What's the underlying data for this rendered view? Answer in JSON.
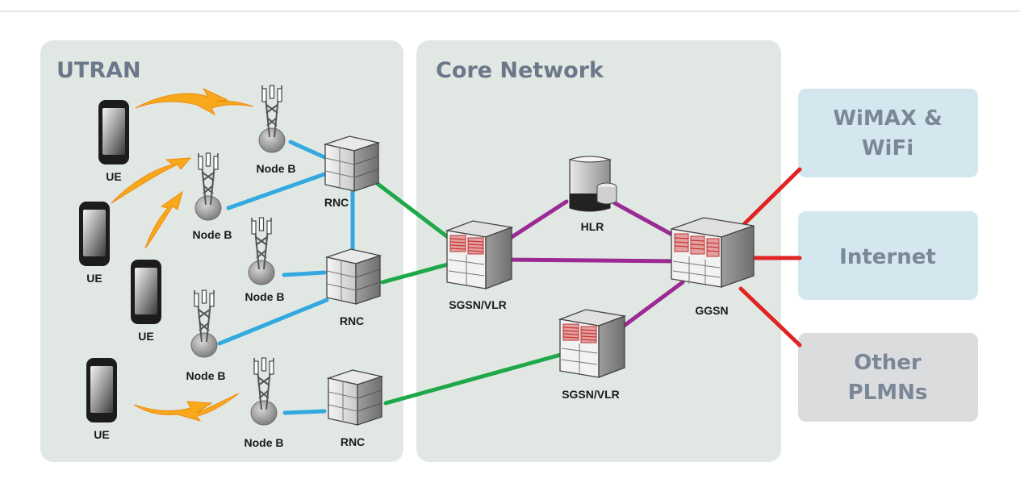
{
  "panels": {
    "utran": "UTRAN",
    "core": "Core Network"
  },
  "labels": {
    "ue": "UE",
    "node_b": "Node B",
    "rnc": "RNC",
    "sgsn_vlr": "SGSN/VLR",
    "hlr": "HLR",
    "ggsn": "GGSN"
  },
  "external_networks": {
    "wimax_wifi": [
      "WiMAX &",
      "WiFi"
    ],
    "internet": [
      "Internet"
    ],
    "other_plmns": [
      "Other",
      "PLMNs"
    ]
  },
  "colors": {
    "panel_bg": "#e1e8e4",
    "external_bg": "#d4e6ee",
    "other_plmns_bg": "#dbdcde",
    "link_blue": "#33a9e0",
    "link_green": "#1fa84a",
    "link_purple": "#9b2a93",
    "link_red": "#e02424",
    "wireless_orange": "#f7a81b"
  }
}
